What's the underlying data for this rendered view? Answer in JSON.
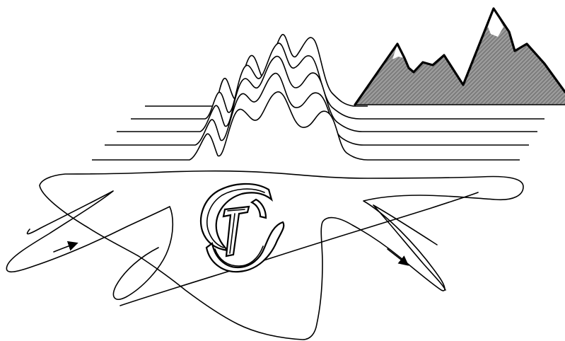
{
  "illustration": {
    "style": "monochrome line art",
    "ink_color": "#000000",
    "paper_color": "#ffffff",
    "hatch_color": "#8a8a8a",
    "motifs": [
      "wavy-ridge-profile",
      "mountain-range",
      "star-loop-curve",
      "monogram-emblem"
    ]
  }
}
